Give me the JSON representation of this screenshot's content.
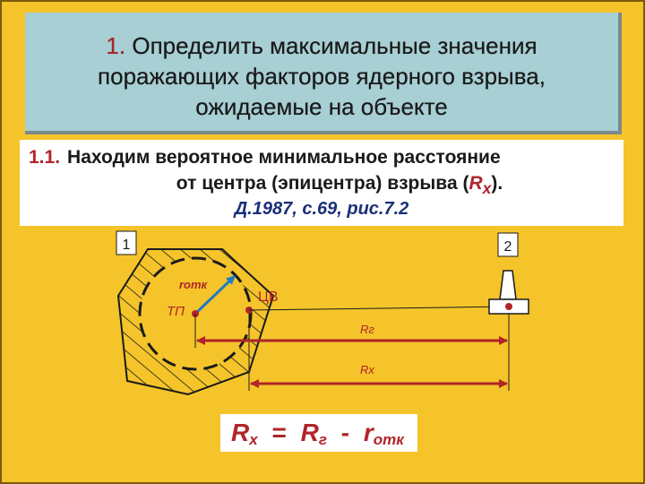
{
  "title": {
    "num": "1.",
    "line1": "Определить максимальные значения",
    "line2": "поражающих факторов ядерного взрыва,",
    "line3": "ожидаемые на объекте"
  },
  "subtitle": {
    "num": "1.1.",
    "line1": "Находим вероятное минимальное расстояние",
    "line2_before": "от центра (эпицентра) взрыва (",
    "line2_symbol": "R",
    "line2_sub": "x",
    "line2_after": ").",
    "reference": "Д.1987, с.69, рис.7.2"
  },
  "diagram": {
    "box1": "1",
    "box2": "2",
    "r_otk": "rотк",
    "tp": "ТП",
    "cv": "ЦВ",
    "rg": "Rг",
    "rx": "Rх"
  },
  "formula": {
    "rx": "R",
    "rx_sub": "x",
    "eq": "=",
    "rg": "R",
    "rg_sub": "г",
    "minus": "-",
    "r": "r",
    "r_sub": "отк"
  }
}
